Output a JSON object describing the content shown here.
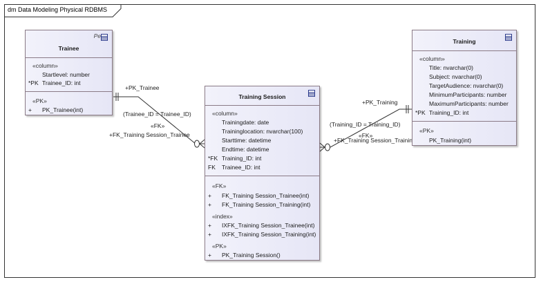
{
  "frame": {
    "title": "dm Data Modeling Physical RDBMS"
  },
  "entities": {
    "trainee": {
      "stereotype_corner": "Pe",
      "title": "Trainee",
      "column_stereo": "«column»",
      "columns": [
        {
          "mark": "",
          "text": "Startlevel: number"
        },
        {
          "mark": "*PK",
          "text": "Trainee_ID: int"
        }
      ],
      "pk_stereo": "«PK»",
      "pk_ops": [
        {
          "mark": "+",
          "text": "PK_Trainee(int)"
        }
      ]
    },
    "training_session": {
      "title": "Training Session",
      "column_stereo": "«column»",
      "columns": [
        {
          "mark": "",
          "text": "Trainingdate: date"
        },
        {
          "mark": "",
          "text": "Traininglocation: nvarchar(100)"
        },
        {
          "mark": "",
          "text": "Starttime: datetime"
        },
        {
          "mark": "",
          "text": "Endtime: datetime"
        },
        {
          "mark": "*FK",
          "text": "Training_ID: int"
        },
        {
          "mark": "FK",
          "text": "Trainee_ID: int"
        }
      ],
      "fk_stereo": "«FK»",
      "fk_ops": [
        {
          "mark": "+",
          "text": "FK_Training Session_Trainee(int)"
        },
        {
          "mark": "+",
          "text": "FK_Training Session_Training(int)"
        }
      ],
      "index_stereo": "«index»",
      "index_ops": [
        {
          "mark": "+",
          "text": "IXFK_Training Session_Trainee(int)"
        },
        {
          "mark": "+",
          "text": "IXFK_Training Session_Training(int)"
        }
      ],
      "pk_stereo": "«PK»",
      "pk_ops": [
        {
          "mark": "+",
          "text": "PK_Training Session()"
        }
      ]
    },
    "training": {
      "title": "Training",
      "column_stereo": "«column»",
      "columns": [
        {
          "mark": "",
          "text": "Title: nvarchar(0)"
        },
        {
          "mark": "",
          "text": "Subject: nvarchar(0)"
        },
        {
          "mark": "",
          "text": "TargetAudience: nvarchar(0)"
        },
        {
          "mark": "",
          "text": "MinimumParticipants: number"
        },
        {
          "mark": "",
          "text": "MaximumParticipants: number"
        },
        {
          "mark": "*PK",
          "text": "Training_ID: int"
        }
      ],
      "pk_stereo": "«PK»",
      "pk_ops": [
        {
          "mark": "",
          "text": "PK_Training(int)"
        }
      ]
    }
  },
  "relations": {
    "trainee_rel": {
      "pk_label": "+PK_Trainee",
      "join_label": "(Trainee_ID = Trainee_ID)",
      "fk_stereo": "«FK»",
      "fk_label": "+FK_Training Session_Trainee"
    },
    "training_rel": {
      "pk_label": "+PK_Training",
      "join_label": "(Training_ID = Training_ID)",
      "fk_stereo": "«FK»",
      "fk_label": "+FK_Training Session_Training"
    }
  }
}
